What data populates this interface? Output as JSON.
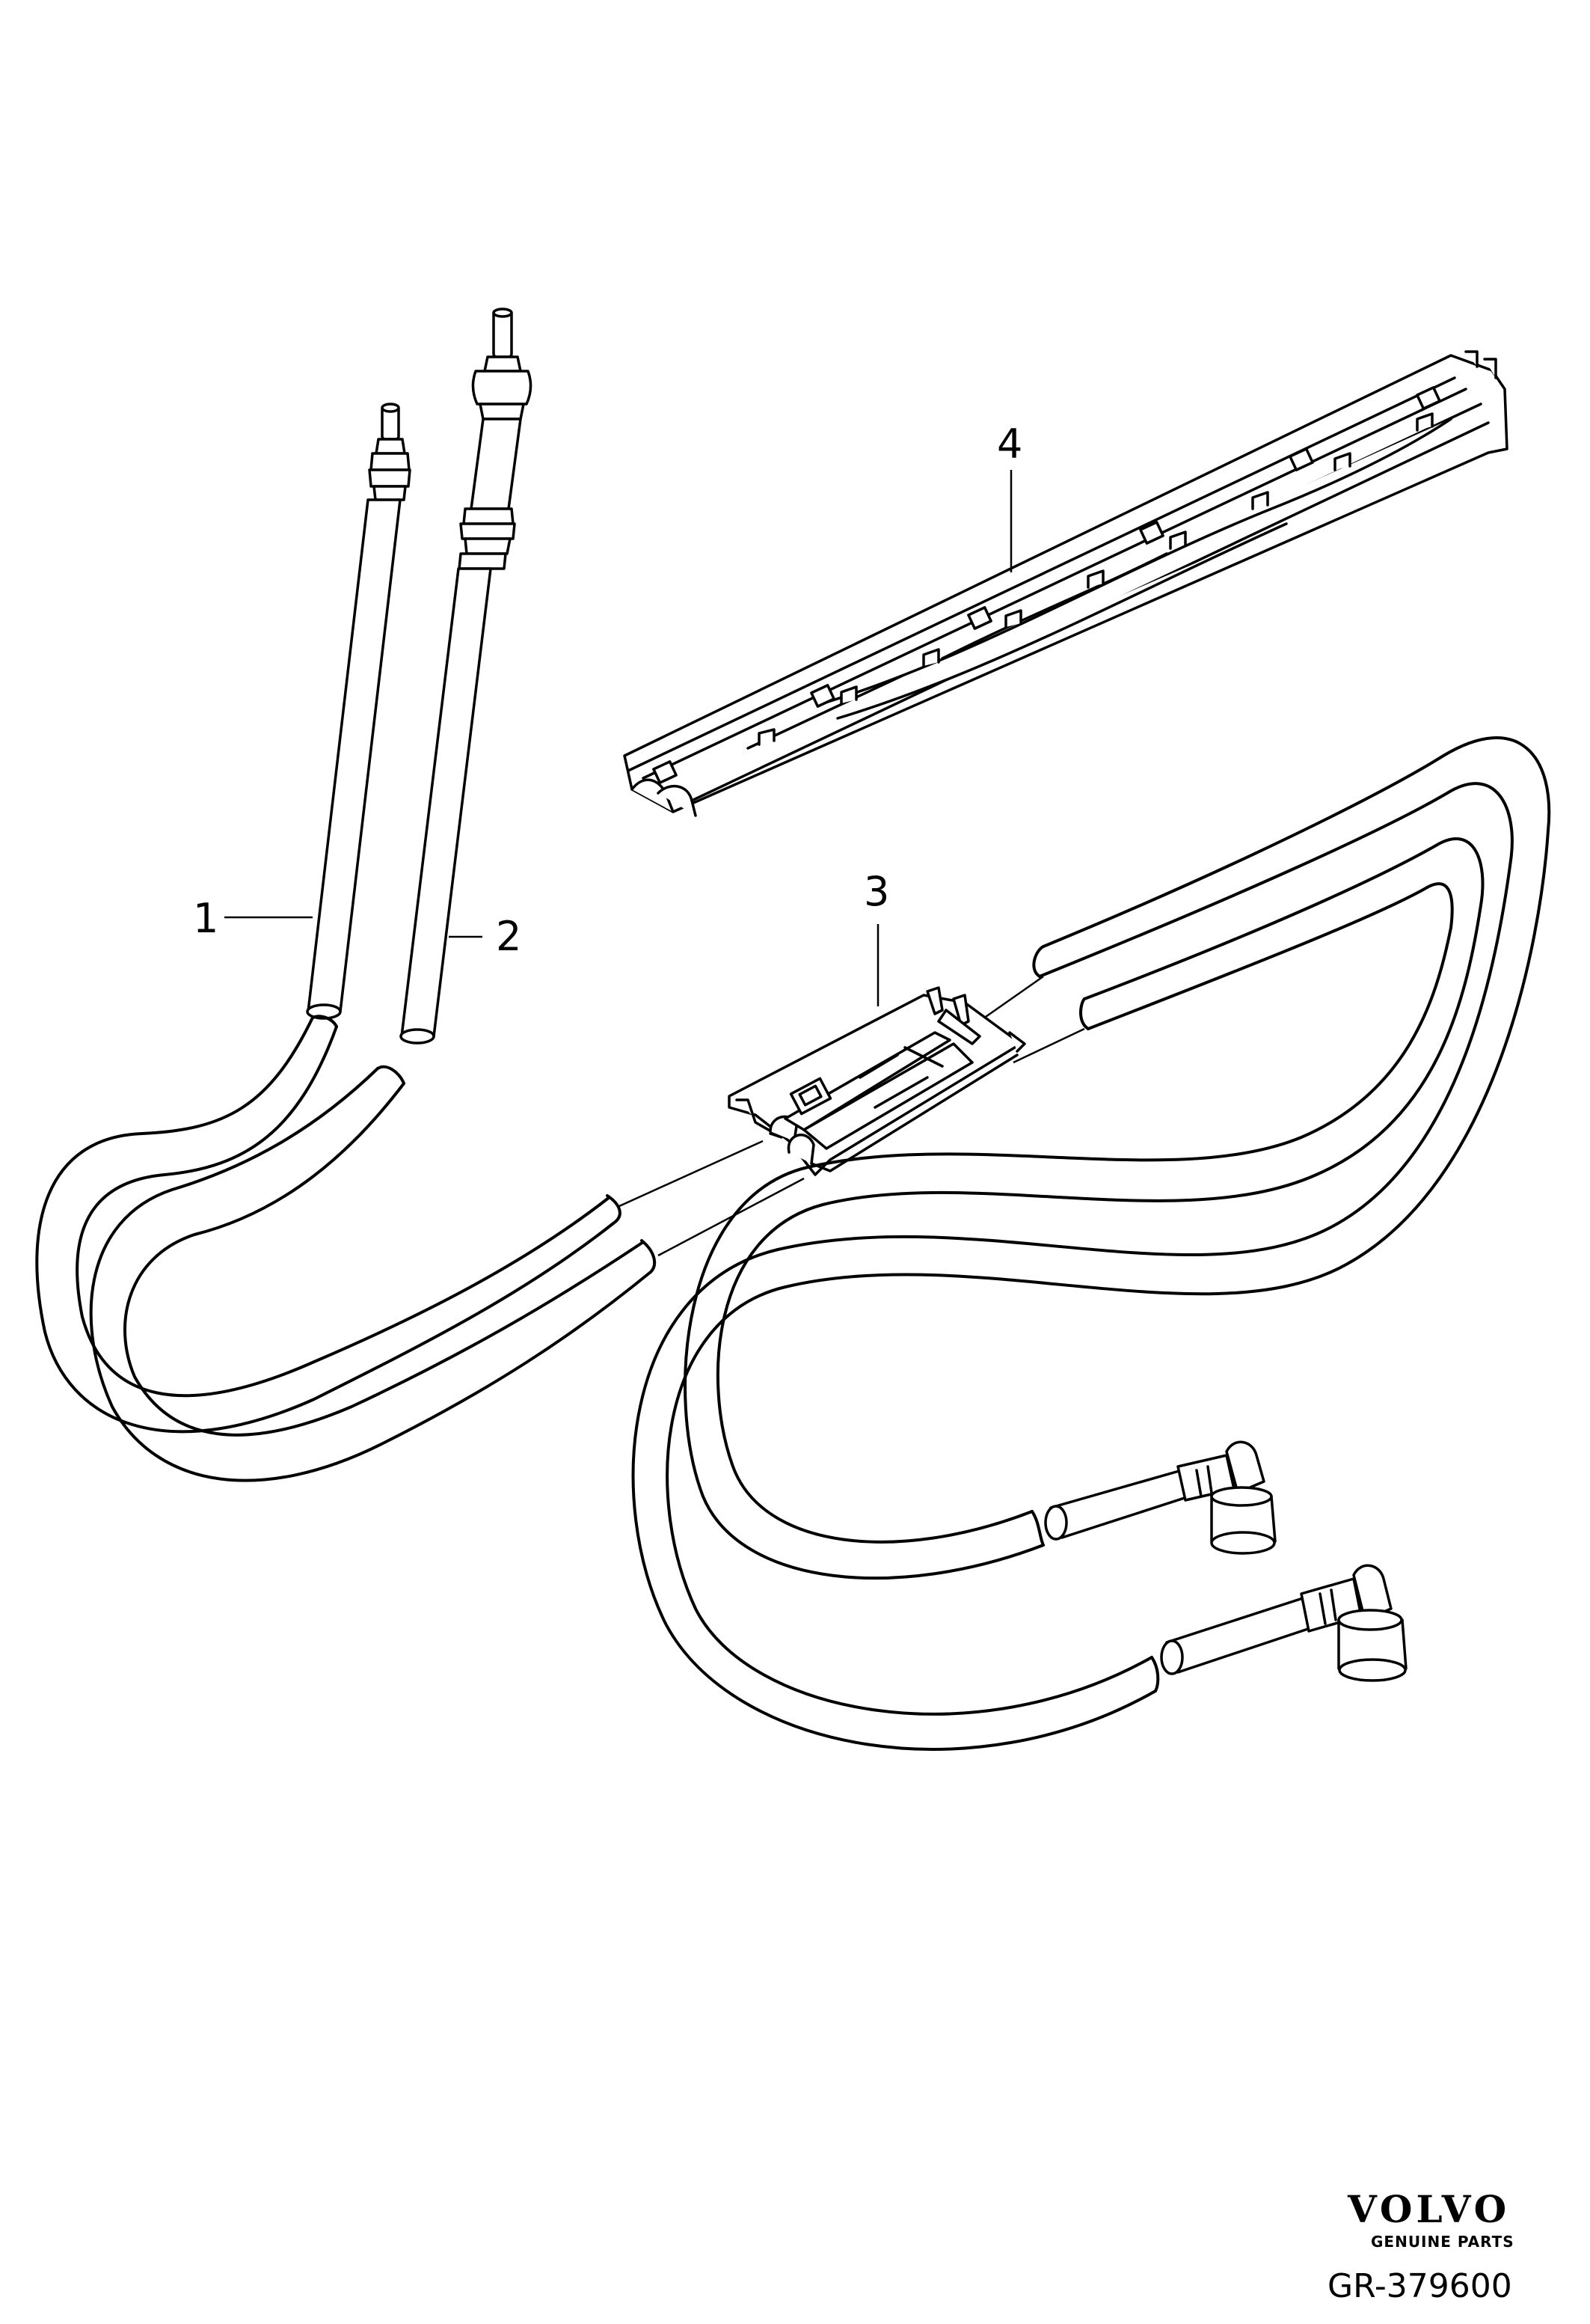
{
  "callouts": {
    "part1": "1",
    "part2": "2",
    "part3": "3",
    "part4": "4"
  },
  "logo": {
    "brand": "VOLVO",
    "tagline": "GENUINE PARTS"
  },
  "reference": "GR-379600",
  "colors": {
    "line": "#000000",
    "background": "#ffffff"
  }
}
